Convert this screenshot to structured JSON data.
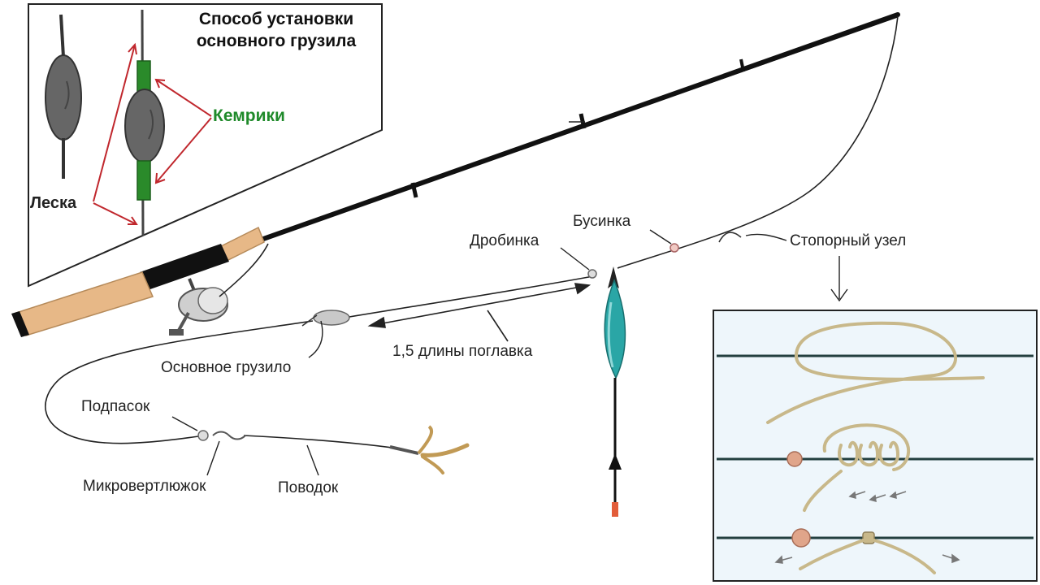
{
  "inset": {
    "title_line1": "Способ установки",
    "title_line2": "основного грузила",
    "label_kembriki": "Кемрики",
    "label_leska": "Леска"
  },
  "labels": {
    "drobinka": "Дробинка",
    "businka": "Бусинка",
    "stopor": "Стопорный узел",
    "length": "1,5 длины поглавка",
    "gruzilo": "Основное грузило",
    "podpasok": "Подпасок",
    "vertluzhok": "Микровертлюжок",
    "povodok": "Поводок"
  },
  "colors": {
    "rod": "#111111",
    "cork": "#e7b887",
    "float": "#2aa6a6",
    "kembrik": "#2a8a2a",
    "arrow_red": "#c0272d",
    "knot_cord": "#c8b88a",
    "bead": "#e0a58a",
    "label_green": "#1f8a2a"
  },
  "icons": {
    "reel": "spinning-reel-icon",
    "hook": "hook-icon",
    "float": "float-icon"
  }
}
